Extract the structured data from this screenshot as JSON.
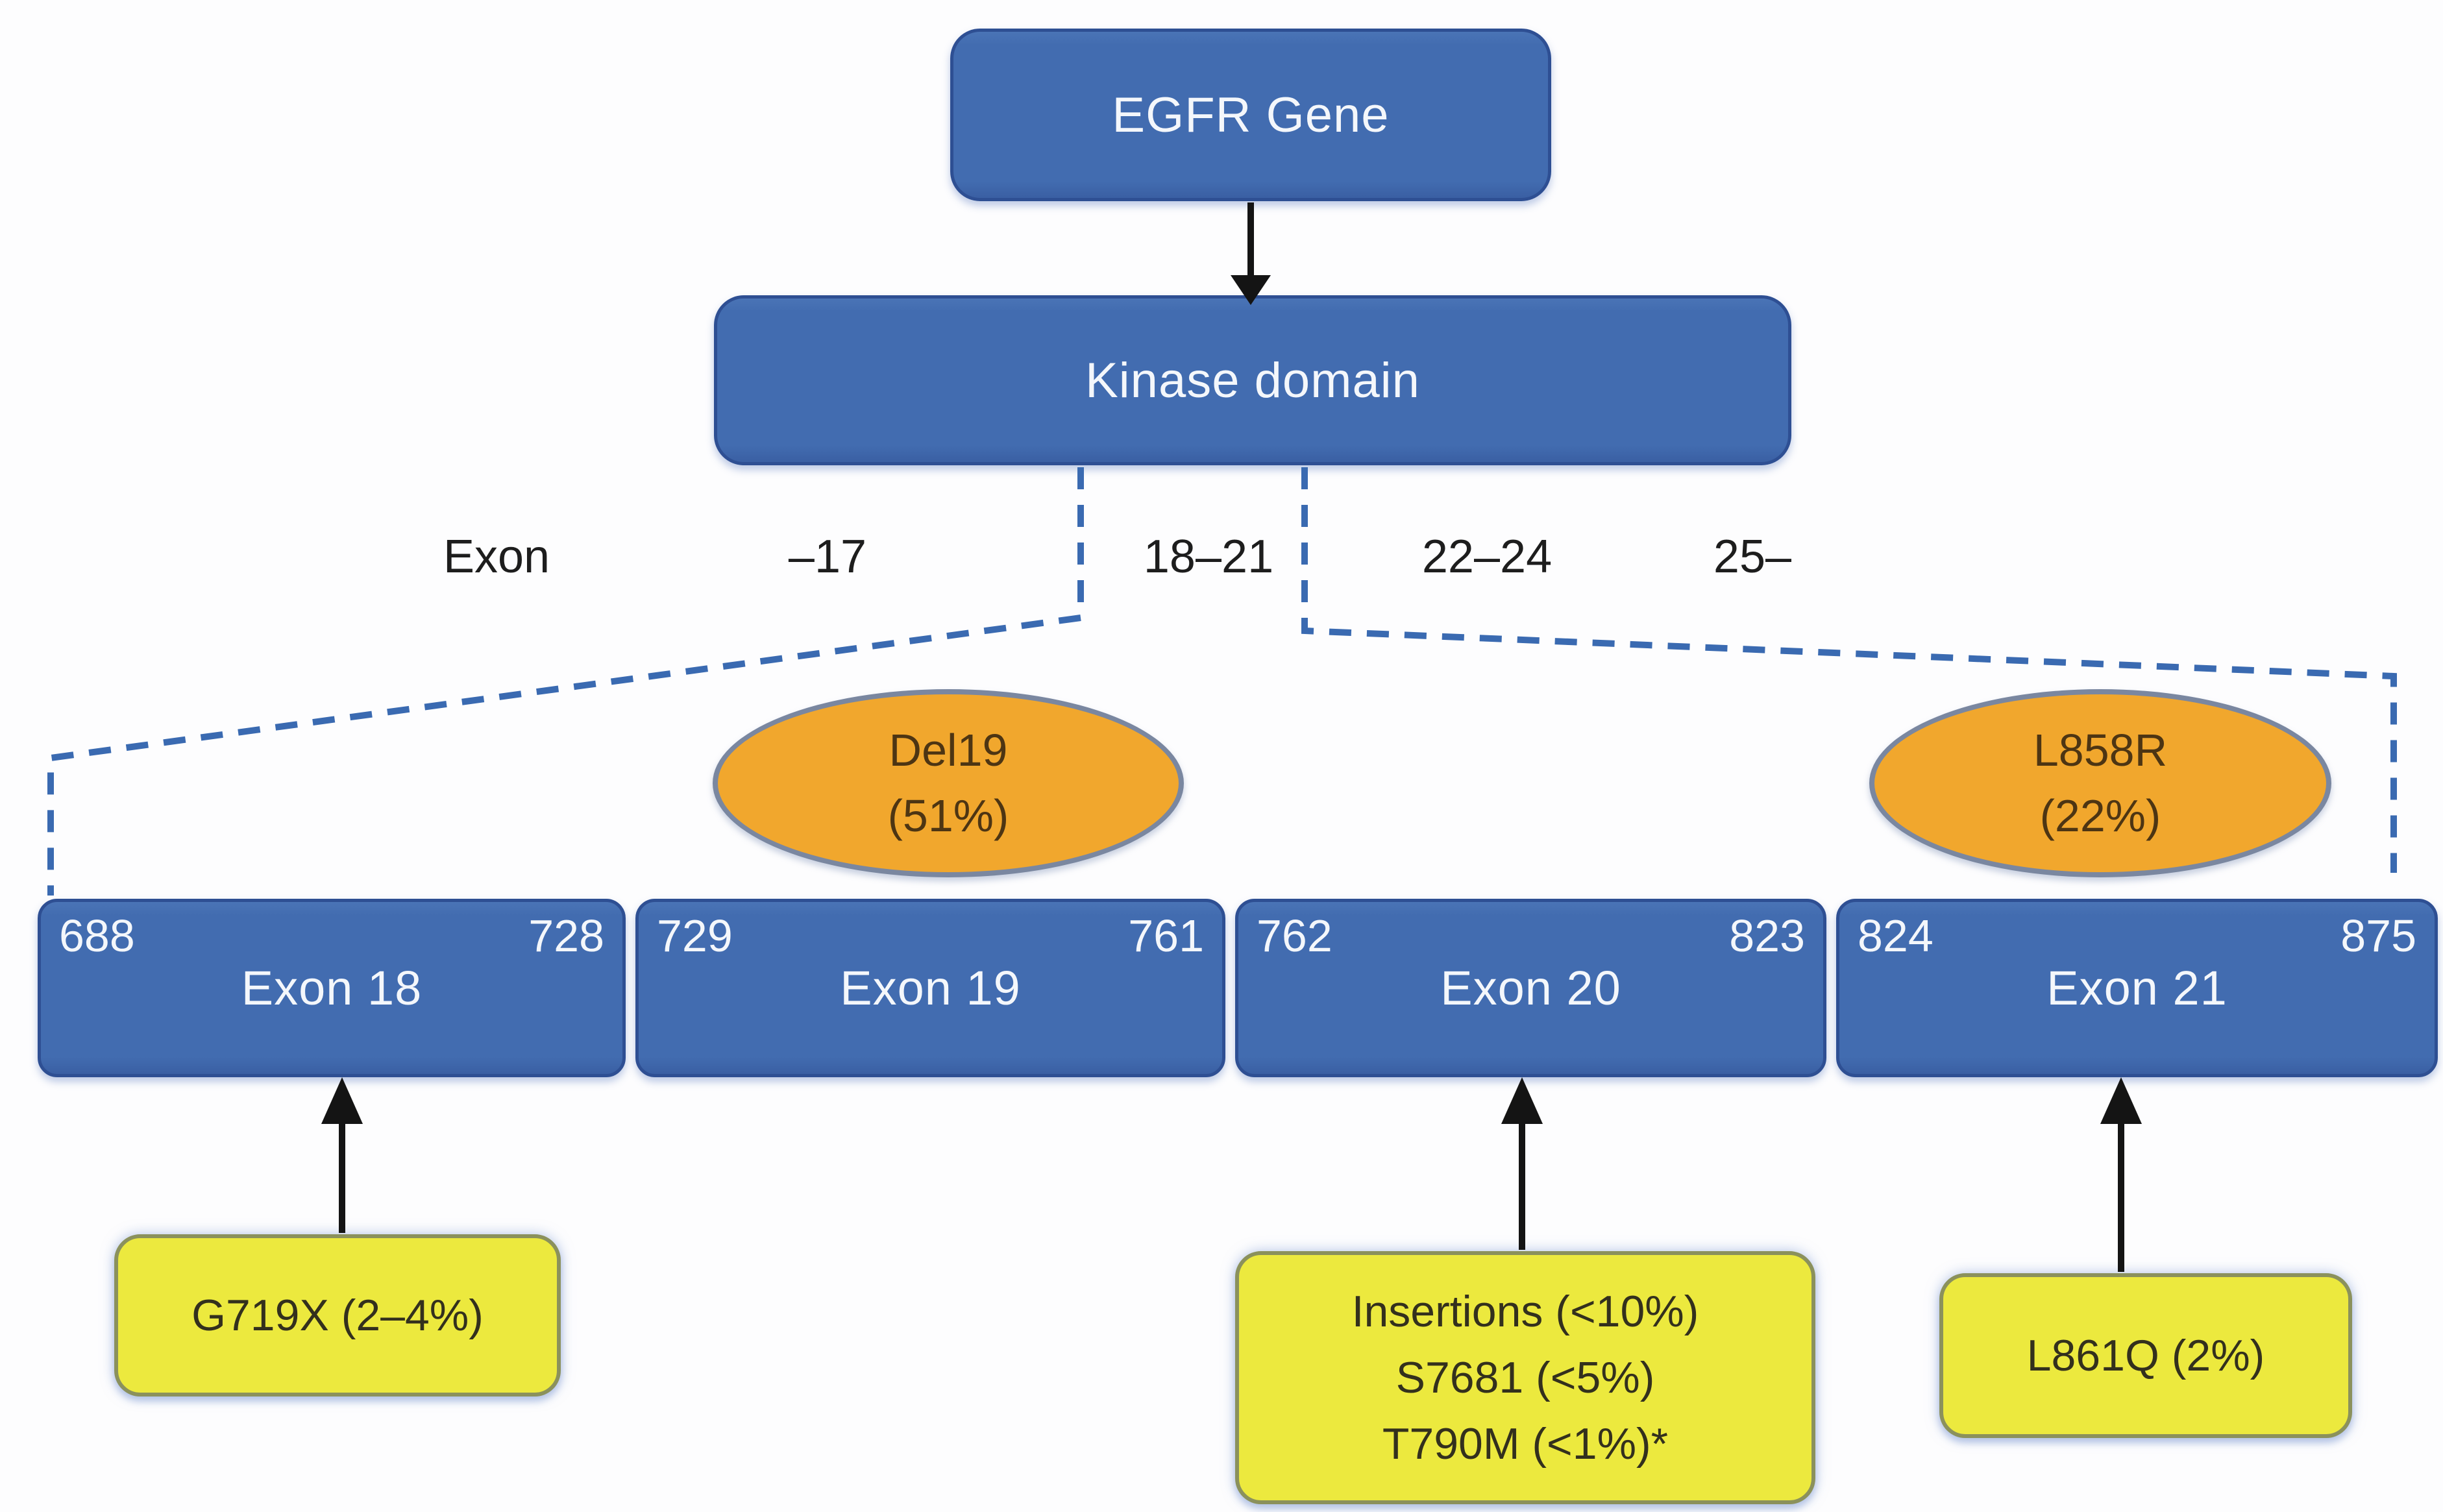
{
  "title_box": {
    "label": "EGFR Gene"
  },
  "kinase_box": {
    "label": "Kinase domain"
  },
  "exon_scale": {
    "axis_label": "Exon",
    "ranges": [
      {
        "label": "–17"
      },
      {
        "label": "18–21"
      },
      {
        "label": "22–24"
      },
      {
        "label": "25–"
      }
    ]
  },
  "hotspot_ellipses": [
    {
      "name": "Del19",
      "frequency": "(51%)"
    },
    {
      "name": "L858R",
      "frequency": "(22%)"
    }
  ],
  "exons": [
    {
      "start": "688",
      "end": "728",
      "label": "Exon 18"
    },
    {
      "start": "729",
      "end": "761",
      "label": "Exon 19"
    },
    {
      "start": "762",
      "end": "823",
      "label": "Exon 20"
    },
    {
      "start": "824",
      "end": "875",
      "label": "Exon 21"
    }
  ],
  "mutations": {
    "exon18": {
      "lines": [
        "G719X (2–4%)"
      ]
    },
    "exon20": {
      "lines": [
        "Insertions (<10%)",
        "S7681 (<5%)",
        "T790M (<1%)*"
      ]
    },
    "exon21": {
      "lines": [
        "L861Q (2%)"
      ]
    }
  },
  "colors": {
    "box_blue": "#426cb0",
    "box_blue_border": "#2e4f93",
    "ellipse_orange": "#f1a72d",
    "ellipse_border": "#7a87a0",
    "mutation_yellow": "#ece93e",
    "mutation_border": "#8b915c",
    "dashed_connector_blue": "#3a6ab1",
    "arrow_black": "#141414",
    "text_on_blue": "#f4f7fb",
    "text_on_orange": "#4d3513",
    "text_on_yellow": "#33301d",
    "scale_text": "#1d1d1d"
  }
}
